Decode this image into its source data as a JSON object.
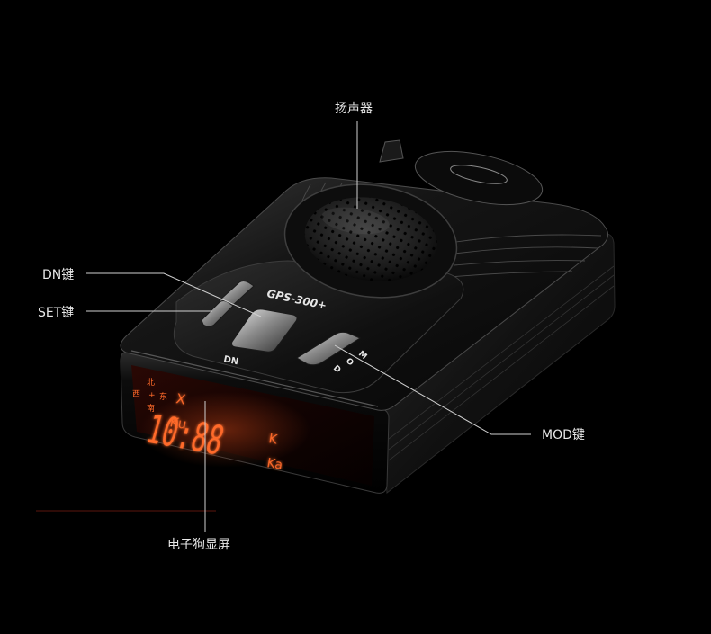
{
  "callouts": {
    "speaker": "扬声器",
    "dn_key": "DN键",
    "set_key": "SET键",
    "mod_key": "MOD键",
    "display": "电子狗显屏"
  },
  "device": {
    "model": "GPS-300+",
    "dn_label": "DN",
    "mod_letters": [
      "M",
      "O",
      "D"
    ]
  },
  "screen": {
    "compass": {
      "north": "北",
      "west": "西",
      "center": "+",
      "east": "东",
      "south": "南"
    },
    "band_left_top": "X",
    "band_left_bottom": "Ku",
    "digits": "10:88",
    "band_right_top": "K",
    "band_right_bottom": "Ka"
  },
  "colors": {
    "background": "#000000",
    "display_glow": "#ff6a2a",
    "callout_line": "#d0d0d0",
    "callout_text": "#e8e8e8"
  }
}
